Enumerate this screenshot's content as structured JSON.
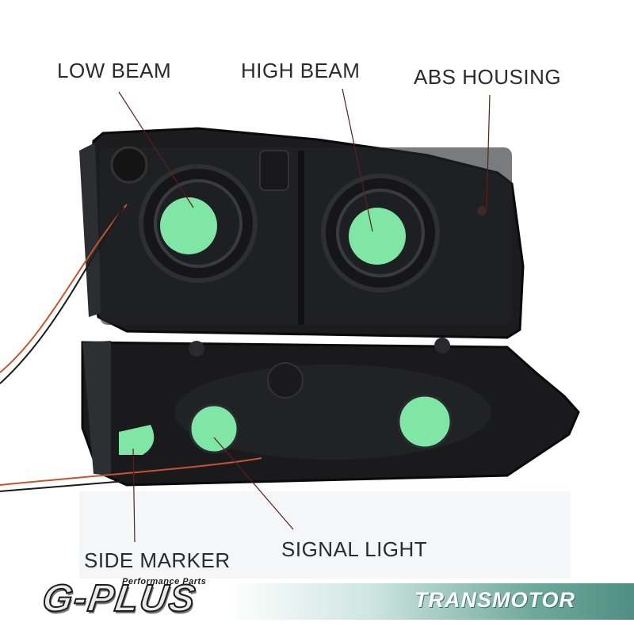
{
  "labels": {
    "low_beam": "LOW BEAM",
    "high_beam": "HIGH BEAM",
    "abs_housing": "ABS HOUSING",
    "side_marker": "SIDE MARKER",
    "signal_light": "SIGNAL LIGHT"
  },
  "logo": {
    "main": "G-PLUS",
    "sub": "Performance Parts"
  },
  "brand": {
    "name": "TRANSMOTOR"
  },
  "colors": {
    "bulb_highlight": "#7fe6a6",
    "housing": "#1b1b1d",
    "wire_red": "#c4542e",
    "brand_strip": "#6fa99d"
  }
}
